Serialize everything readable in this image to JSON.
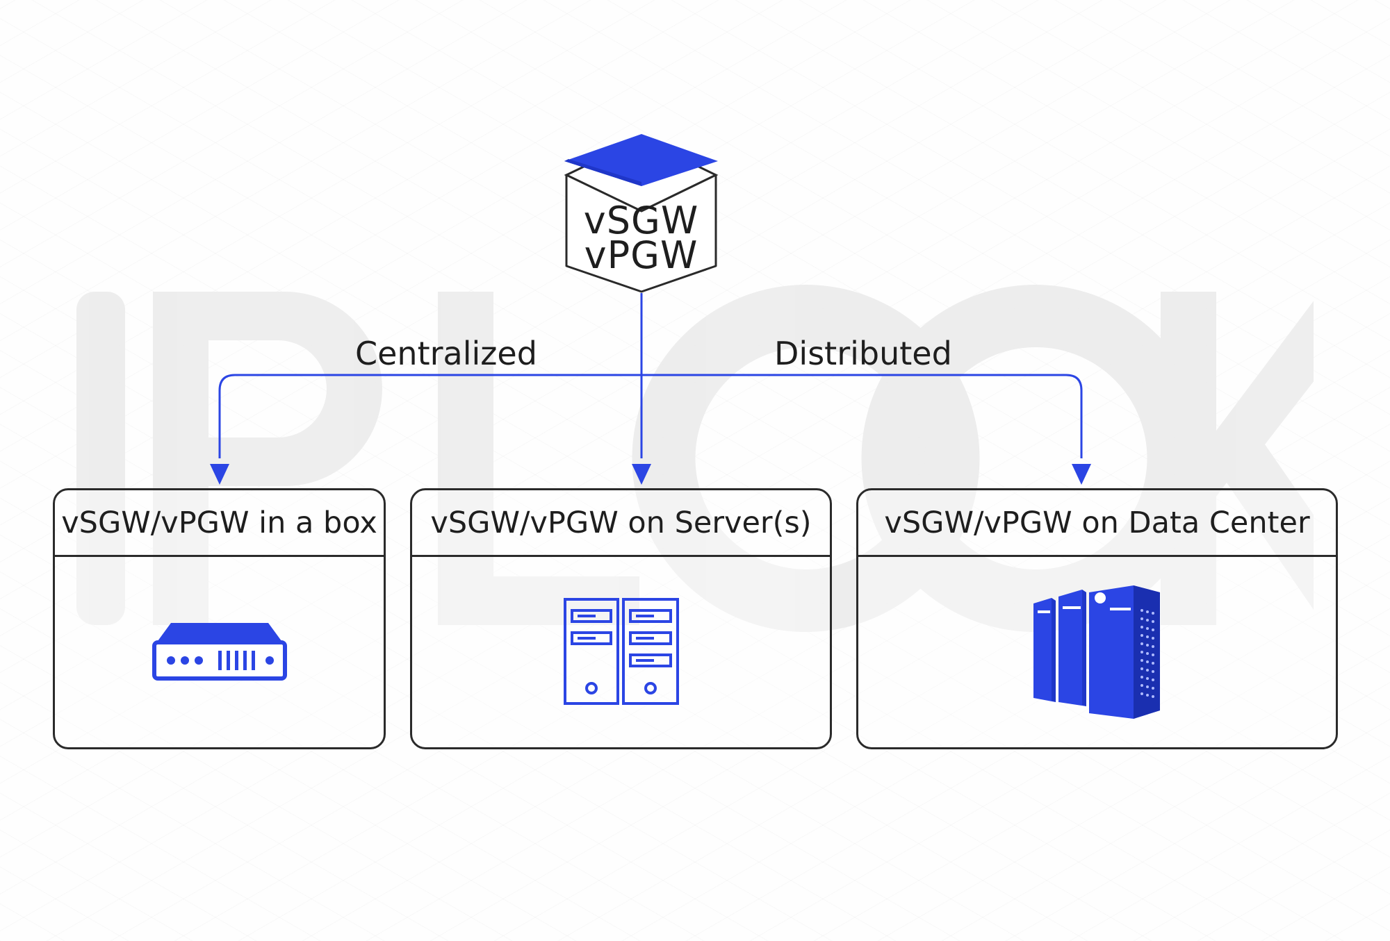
{
  "diagram": {
    "hub": {
      "line1": "vSGW",
      "line2": "vPGW"
    },
    "edges": {
      "left_label": "Centralized",
      "right_label": "Distributed"
    },
    "nodes": [
      {
        "title": "vSGW/vPGW in a box",
        "icon": "network-appliance-icon"
      },
      {
        "title": "vSGW/vPGW on Server(s)",
        "icon": "tower-servers-icon"
      },
      {
        "title": "vSGW/vPGW on Data Center",
        "icon": "data-center-icon"
      }
    ],
    "watermark": "IPLOOK"
  },
  "colors": {
    "accent_blue": "#2b45e4",
    "line_dark": "#2a2a2a",
    "text": "#1e1e1e",
    "watermark_gray": "#eeeeee"
  }
}
